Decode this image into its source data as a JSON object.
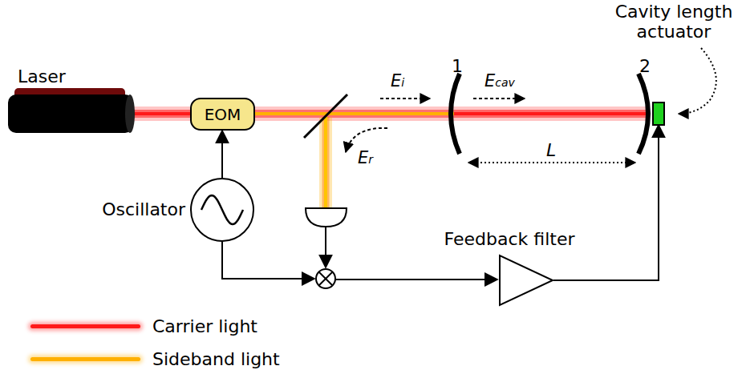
{
  "diagram": {
    "nodes": [
      {
        "text": [
          "Laser"
        ]
      },
      {
        "text": [
          "EOM"
        ]
      },
      {
        "text": [
          "Oscillator"
        ]
      },
      {
        "text": [
          "Feedback filter"
        ]
      },
      {
        "text": [
          "Cavity length actuator"
        ]
      }
    ],
    "edges": [
      {
        "from": 2,
        "to": 1,
        "arrow": "to"
      },
      {
        "from": 3,
        "to": 4,
        "arrow": "to"
      }
    ],
    "labels": [
      "1",
      "2",
      "Ei",
      "Ecav",
      "Er",
      "L"
    ],
    "legend": [
      {
        "text": "Carrier light",
        "color": "#ff1a1a"
      },
      {
        "text": "Sideband light",
        "color": "#ffb000"
      }
    ]
  }
}
